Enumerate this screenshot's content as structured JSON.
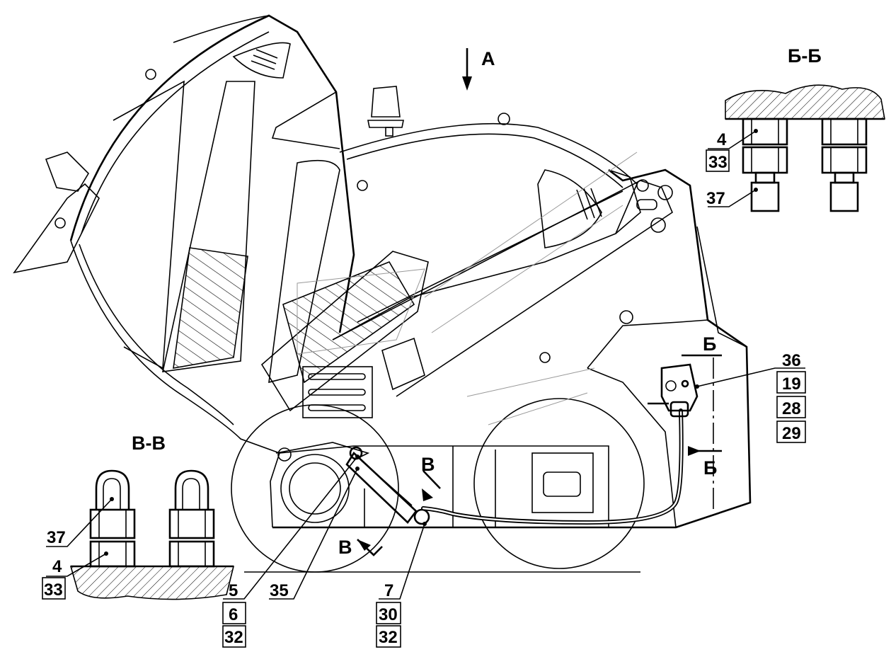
{
  "view_labels": {
    "view_a": "А",
    "section_b": "Б-Б",
    "section_b_mark_top": "Б",
    "section_b_mark_bottom": "Б",
    "section_v": "В-В",
    "section_v_mark_top": "В",
    "section_v_mark_bottom": "В"
  },
  "callouts": {
    "group_36": [
      "36",
      "19",
      "28",
      "29"
    ],
    "group_5": [
      "5",
      "6",
      "32"
    ],
    "label_35": "35",
    "group_7": [
      "7",
      "30",
      "32"
    ],
    "section_b_labels": [
      "4",
      "33",
      "37"
    ],
    "section_v_labels": [
      "37",
      "4",
      "33"
    ]
  }
}
